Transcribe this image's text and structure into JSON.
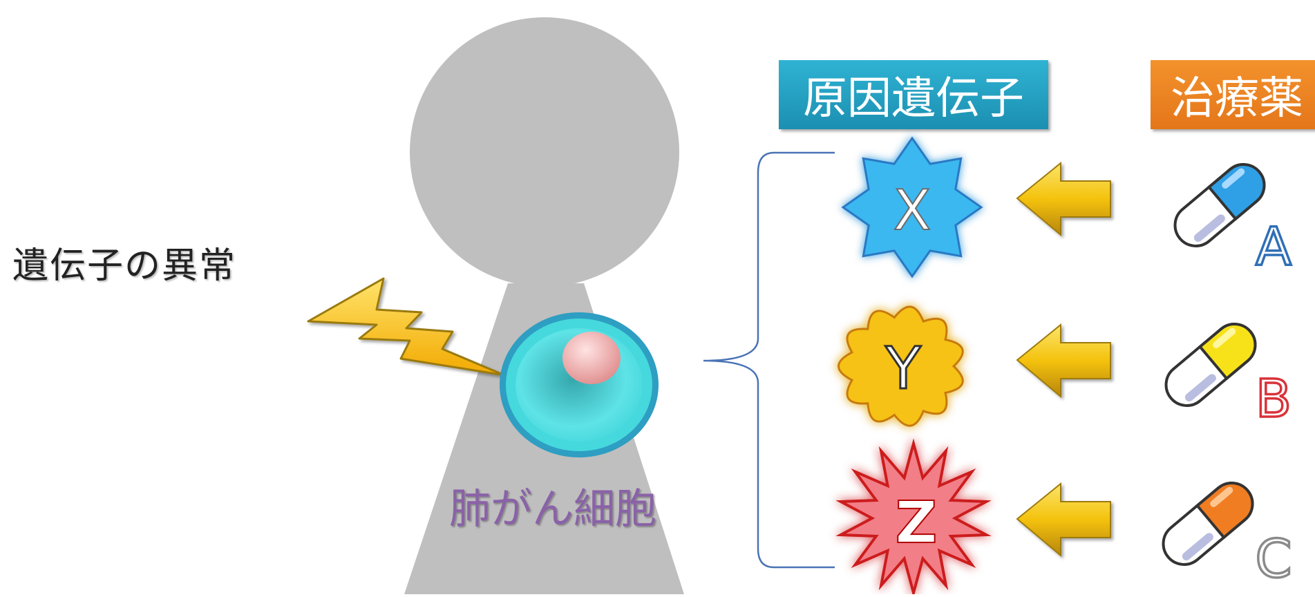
{
  "headers": {
    "cause_gene": "原因遺伝子",
    "treatment_drug": "治療薬"
  },
  "labels": {
    "gene_abnormality": "遺伝子の異常",
    "lung_cancer_cell": "肺がん細胞"
  },
  "genes": [
    {
      "letter": "X",
      "color": "#3ab8ef",
      "shape": "8-point-star"
    },
    {
      "letter": "Y",
      "color": "#f6c217",
      "shape": "cloud"
    },
    {
      "letter": "Z",
      "color": "#f27e87",
      "shape": "burst"
    }
  ],
  "drugs": [
    {
      "letter": "A",
      "capsule_color": "#2f9fe6",
      "letter_color": "#2f6fb6"
    },
    {
      "letter": "B",
      "capsule_color": "#f7e21a",
      "letter_color": "#d9323a"
    },
    {
      "letter": "C",
      "capsule_color": "#f07d22",
      "letter_color": "#8a8a8a"
    }
  ],
  "colors": {
    "silhouette": "#bfbfbf",
    "cause_header": "#1fa0c4",
    "drug_header": "#ee8320",
    "arrow": "#f4c20d",
    "cell": "#45d8dc",
    "nucleus": "#f2a0a0"
  }
}
